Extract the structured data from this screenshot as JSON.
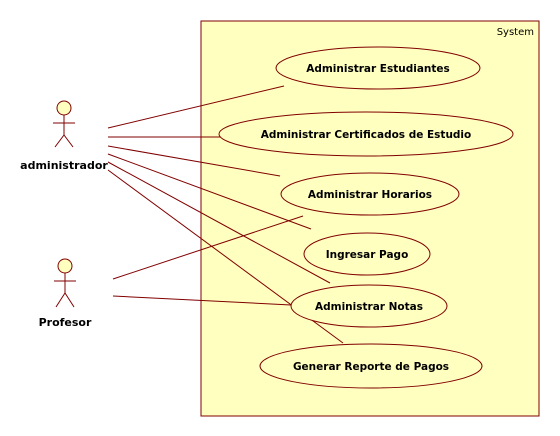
{
  "colors": {
    "fill": "#ffffc0",
    "stroke": "#800000",
    "text": "#000000"
  },
  "system": {
    "label": "System"
  },
  "actors": {
    "administrador": "administrador",
    "profesor": "Profesor"
  },
  "use_cases": {
    "uc1": "Administrar Estudiantes",
    "uc2": "Administrar Certificados de Estudio",
    "uc3": "Administrar Horarios",
    "uc4": "Ingresar Pago",
    "uc5": "Administrar Notas",
    "uc6": "Generar Reporte de Pagos"
  },
  "associations": [
    {
      "actor": "administrador",
      "use_case": "uc1"
    },
    {
      "actor": "administrador",
      "use_case": "uc2"
    },
    {
      "actor": "administrador",
      "use_case": "uc3"
    },
    {
      "actor": "administrador",
      "use_case": "uc4"
    },
    {
      "actor": "administrador",
      "use_case": "uc5"
    },
    {
      "actor": "administrador",
      "use_case": "uc6"
    },
    {
      "actor": "profesor",
      "use_case": "uc3"
    },
    {
      "actor": "profesor",
      "use_case": "uc5"
    }
  ]
}
